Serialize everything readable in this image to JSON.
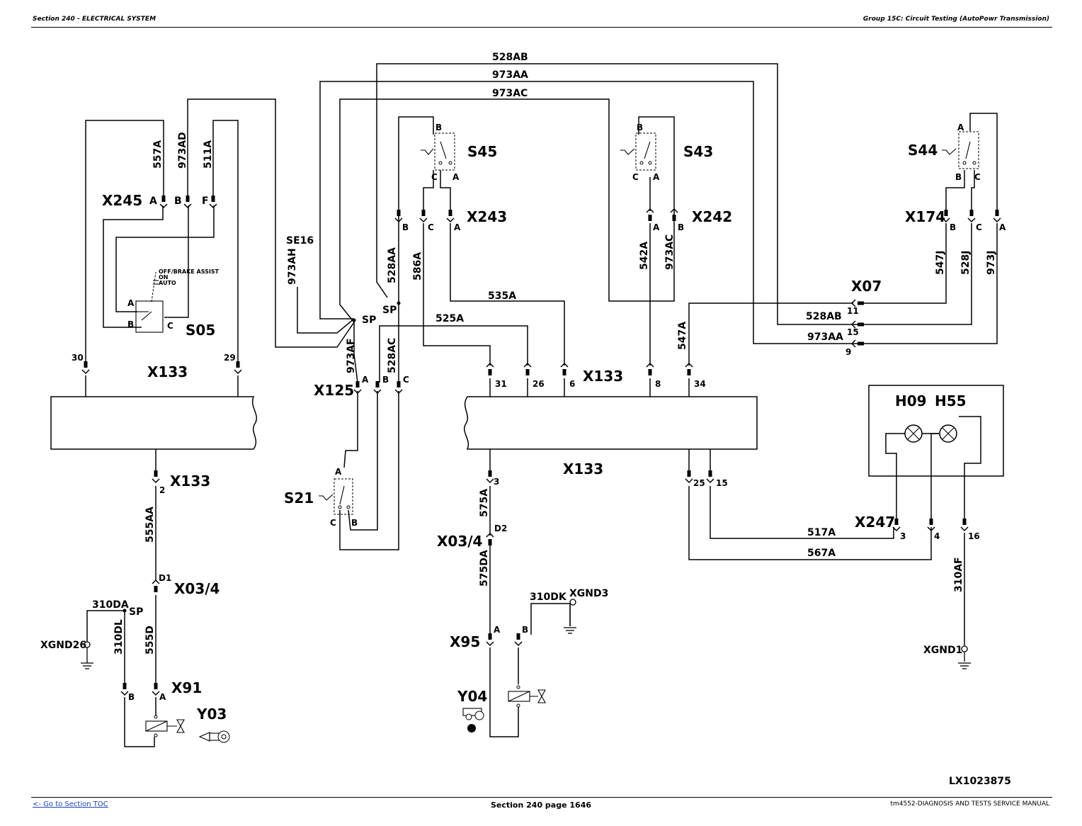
{
  "header": {
    "left": "Section 240 - ELECTRICAL SYSTEM",
    "right": "Group 15C: Circuit Testing (AutoPowr Transmission)"
  },
  "footer": {
    "toc_link": "<- Go to Section TOC",
    "page": "Section 240 page 1646",
    "manual": "tm4552-DIAGNOSIS AND TESTS SERVICE MANUAL"
  },
  "diagram": {
    "figure_id": "LX1023875",
    "components": {
      "X245": "X245",
      "S05": "S05",
      "X133": "X133",
      "SE16": "SE16",
      "X125": "X125",
      "S21": "S21",
      "S45": "S45",
      "X243": "X243",
      "S43": "S43",
      "X242": "X242",
      "S44": "S44",
      "X174": "X174",
      "X07": "X07",
      "H09": "H09",
      "H55": "H55",
      "X247": "X247",
      "X03_4": "X03/4",
      "X91": "X91",
      "Y03": "Y03",
      "X95": "X95",
      "Y04": "Y04",
      "XGND26": "XGND26",
      "XGND3": "XGND3",
      "XGND1": "XGND1",
      "SP": "SP"
    },
    "switch_positions": [
      "OFF/BRAKE ASSIST",
      "ON",
      "AUTO"
    ],
    "wires": {
      "w557A": "557A",
      "w973AD": "973AD",
      "w511A": "511A",
      "w973AH": "973AH",
      "w528AA": "528AA",
      "w586A": "586A",
      "w528AB": "528AB",
      "w973AA": "973AA",
      "w973AC": "973AC",
      "w535A": "535A",
      "w525A": "525A",
      "w973AF": "973AF",
      "w528AC": "528AC",
      "w542A": "542A",
      "w547J": "547J",
      "w528J": "528J",
      "w973J": "973J",
      "w547A": "547A",
      "w555AA": "555AA",
      "w575A": "575A",
      "w575DA": "575DA",
      "w310DA": "310DA",
      "w310DL": "310DL",
      "w555D": "555D",
      "w310DK": "310DK",
      "w517A": "517A",
      "w567A": "567A",
      "w310AF": "310AF"
    },
    "pins": {
      "A": "A",
      "B": "B",
      "C": "C",
      "F": "F",
      "p30": "30",
      "p29": "29",
      "p31": "31",
      "p26": "26",
      "p6": "6",
      "p8": "8",
      "p34": "34",
      "p2": "2",
      "p3": "3",
      "p25": "25",
      "p15": "15",
      "p11": "11",
      "p9": "9",
      "p16": "16",
      "p4": "4",
      "D1": "D1",
      "D2": "D2"
    }
  }
}
